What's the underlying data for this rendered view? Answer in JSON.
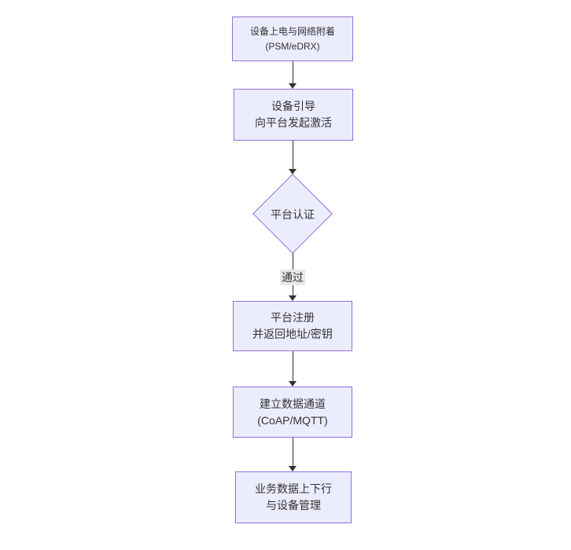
{
  "diagram": {
    "type": "flowchart",
    "direction": "top-down",
    "colors": {
      "node_fill": "#ECECFF",
      "node_border": "#9370DB",
      "arrow": "#333333",
      "text": "#333333",
      "edge_label_bg": "#e8e8e8",
      "background": "#ffffff"
    },
    "nodes": [
      {
        "id": "power-attach",
        "shape": "rect",
        "lines": [
          "设备上电与网络附着",
          "(PSM/eDRX)"
        ]
      },
      {
        "id": "bootstrap",
        "shape": "rect",
        "lines": [
          "设备引导",
          "向平台发起激活"
        ]
      },
      {
        "id": "auth",
        "shape": "diamond",
        "lines": [
          "平台认证"
        ]
      },
      {
        "id": "register",
        "shape": "rect",
        "lines": [
          "平台注册",
          "并返回地址/密钥"
        ]
      },
      {
        "id": "channel",
        "shape": "rect",
        "lines": [
          "建立数据通道",
          "(CoAP/MQTT)"
        ]
      },
      {
        "id": "business",
        "shape": "rect",
        "lines": [
          "业务数据上下行",
          "与设备管理"
        ]
      }
    ],
    "edges": [
      {
        "from": "power-attach",
        "to": "bootstrap",
        "label": ""
      },
      {
        "from": "bootstrap",
        "to": "auth",
        "label": ""
      },
      {
        "from": "auth",
        "to": "register",
        "label": "通过"
      },
      {
        "from": "register",
        "to": "channel",
        "label": ""
      },
      {
        "from": "channel",
        "to": "business",
        "label": ""
      }
    ]
  }
}
